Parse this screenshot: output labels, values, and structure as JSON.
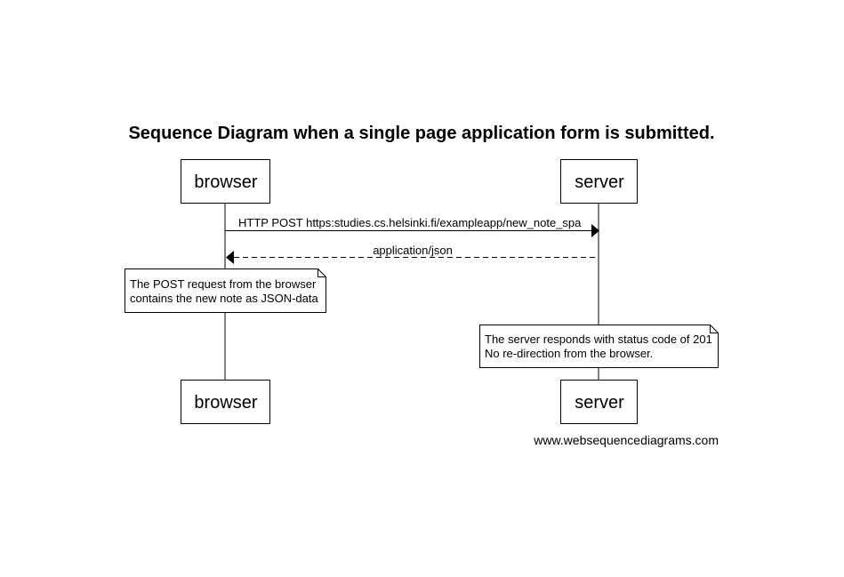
{
  "title": "Sequence Diagram when a single page application form is submitted.",
  "participants": [
    {
      "id": "browser",
      "label": "browser"
    },
    {
      "id": "server",
      "label": "server"
    }
  ],
  "messages": [
    {
      "from": "browser",
      "to": "server",
      "label": "HTTP POST https:studies.cs.helsinki.fi/exampleapp/new_note_spa",
      "style": "solid"
    },
    {
      "from": "server",
      "to": "browser",
      "label": "application/json",
      "style": "dashed"
    }
  ],
  "notes": [
    {
      "over": "browser",
      "lines": [
        "The POST request from the browser",
        "contains the new note as JSON-data"
      ]
    },
    {
      "over": "server",
      "lines": [
        "The server responds with status code of 201",
        "No re-direction from the browser."
      ]
    }
  ],
  "footer": "www.websequencediagrams.com"
}
